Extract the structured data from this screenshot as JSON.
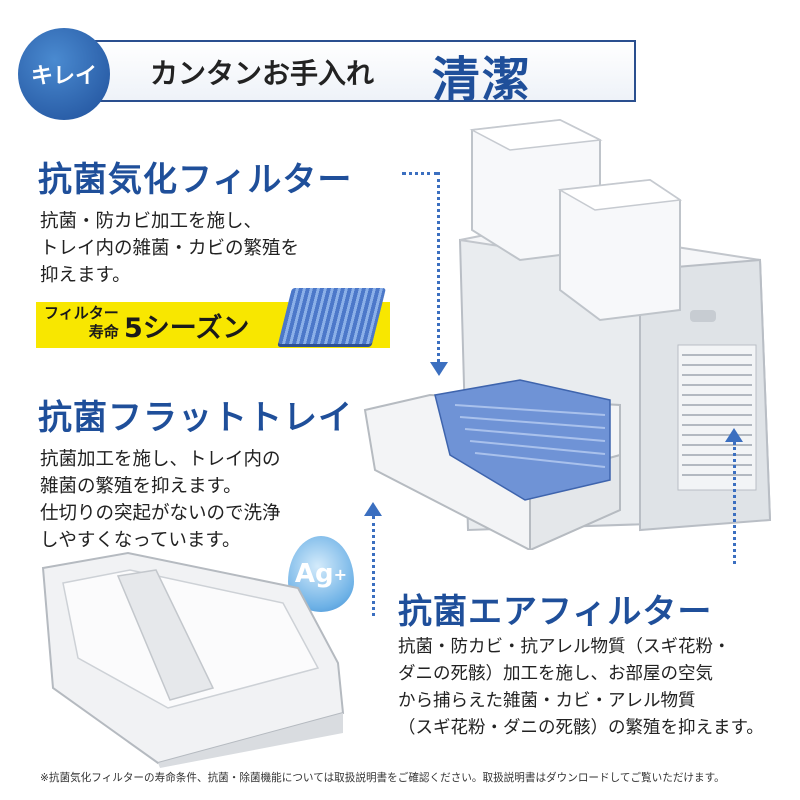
{
  "header": {
    "badge": "キレイ",
    "subtitle": "カンタンお手入れ",
    "title": "清潔"
  },
  "filter_section": {
    "heading": "抗菌気化フィルター",
    "lines": [
      "抗菌・防カビ加工を施し、",
      "トレイ内の雑菌・カビの繁殖を",
      "抑えます。"
    ],
    "life_label_line1": "フィルター",
    "life_label_line2": "寿命",
    "life_value": "5シーズン"
  },
  "tray_section": {
    "heading": "抗菌フラットトレイ",
    "lines": [
      "抗菌加工を施し、トレイ内の",
      "雑菌の繁殖を抑えます。",
      "仕切りの突起がないので洗浄",
      "しやすくなっています。"
    ],
    "ag_badge": "Ag",
    "ag_sup": "+"
  },
  "air_section": {
    "heading": "抗菌エアフィルター",
    "lines": [
      "抗菌・防カビ・抗アレル物質（スギ花粉・",
      "ダニの死骸）加工を施し、お部屋の空気",
      "から捕らえた雑菌・カビ・アレル物質",
      "（スギ花粉・ダニの死骸）の繁殖を抑えます。"
    ]
  },
  "footnote": "※抗菌気化フィルターの寿命条件、抗菌・除菌機能については取扱説明書をご確認ください。取扱説明書はダウンロードしてご覧いただけます。",
  "colors": {
    "brand": "#1f4f9a",
    "accent_yellow": "#f8e700",
    "arrow": "#3b6fc0"
  }
}
